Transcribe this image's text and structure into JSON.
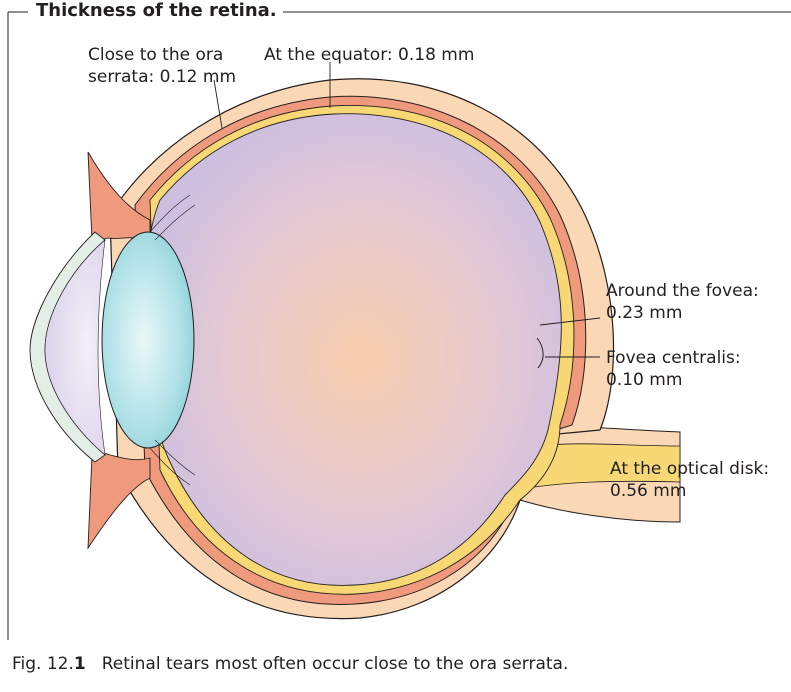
{
  "figure": {
    "title": "Thickness of the retina.",
    "caption_prefix": "Fig. 12.",
    "caption_num": "1",
    "caption_text": "Retinal tears most often occur close to the ora serrata."
  },
  "labels": {
    "ora_serrata_line1": "Close to the ora",
    "ora_serrata_line2": "serrata: 0.12 mm",
    "equator": "At the equator: 0.18 mm",
    "fovea_around_line1": "Around the fovea:",
    "fovea_around_line2": "0.23 mm",
    "fovea_centralis_line1": "Fovea centralis:",
    "fovea_centralis_line2": "0.10 mm",
    "optical_disk_line1": "At the optical disk:",
    "optical_disk_line2": "0.56 mm"
  },
  "colors": {
    "sclera": "#fbd8b5",
    "choroid": "#ef9a7c",
    "retina": "#f7d875",
    "vitreous_center": "#f8cdb0",
    "vitreous_edge": "#cfc1df",
    "lens": "#a9dde3",
    "cornea": "#e3efe6",
    "iris": "#ef9a7c",
    "line": "#231f20"
  }
}
